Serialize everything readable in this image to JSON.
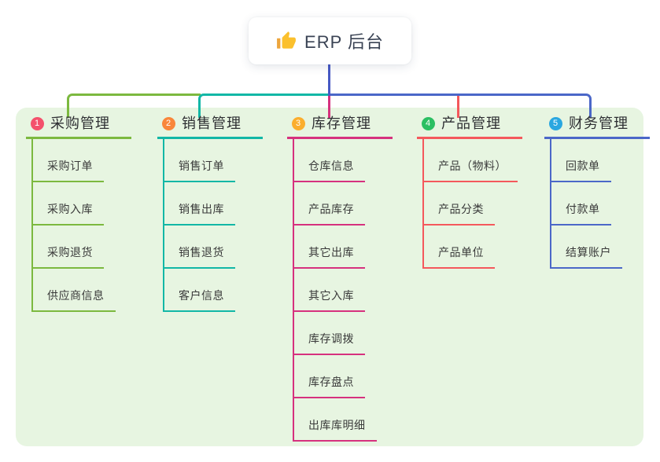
{
  "root": {
    "label": "ERP 后台",
    "icon": "thumbs-up-icon"
  },
  "branches": [
    {
      "index": "1",
      "label": "采购管理",
      "line_color": "#7cb93f",
      "badge_color": "#f4516c",
      "children": [
        "采购订单",
        "采购入库",
        "采购退货",
        "供应商信息"
      ]
    },
    {
      "index": "2",
      "label": "销售管理",
      "line_color": "#12b7a6",
      "badge_color": "#f9863a",
      "children": [
        "销售订单",
        "销售出库",
        "销售退货",
        "客户信息"
      ]
    },
    {
      "index": "3",
      "label": "库存管理",
      "line_color": "#d6317e",
      "badge_color": "#fbae2e",
      "children": [
        "仓库信息",
        "产品库存",
        "其它出库",
        "其它入库",
        "库存调拨",
        "库存盘点",
        "出库库明细"
      ]
    },
    {
      "index": "4",
      "label": "产品管理",
      "line_color": "#f4585c",
      "badge_color": "#2bbf62",
      "children": [
        "产品（物料）",
        "产品分类",
        "产品单位"
      ]
    },
    {
      "index": "5",
      "label": "财务管理",
      "line_color": "#4b67c8",
      "badge_color": "#2aa7e0",
      "children": [
        "回款单",
        "付款单",
        "结算账户"
      ]
    }
  ],
  "colors": {
    "panel_bg": "#e7f5e1",
    "stem": "#4759c4",
    "card_bg": "#ffffff",
    "thumb_hand": "#fbc02d",
    "thumb_cuff": "#eda53c"
  }
}
